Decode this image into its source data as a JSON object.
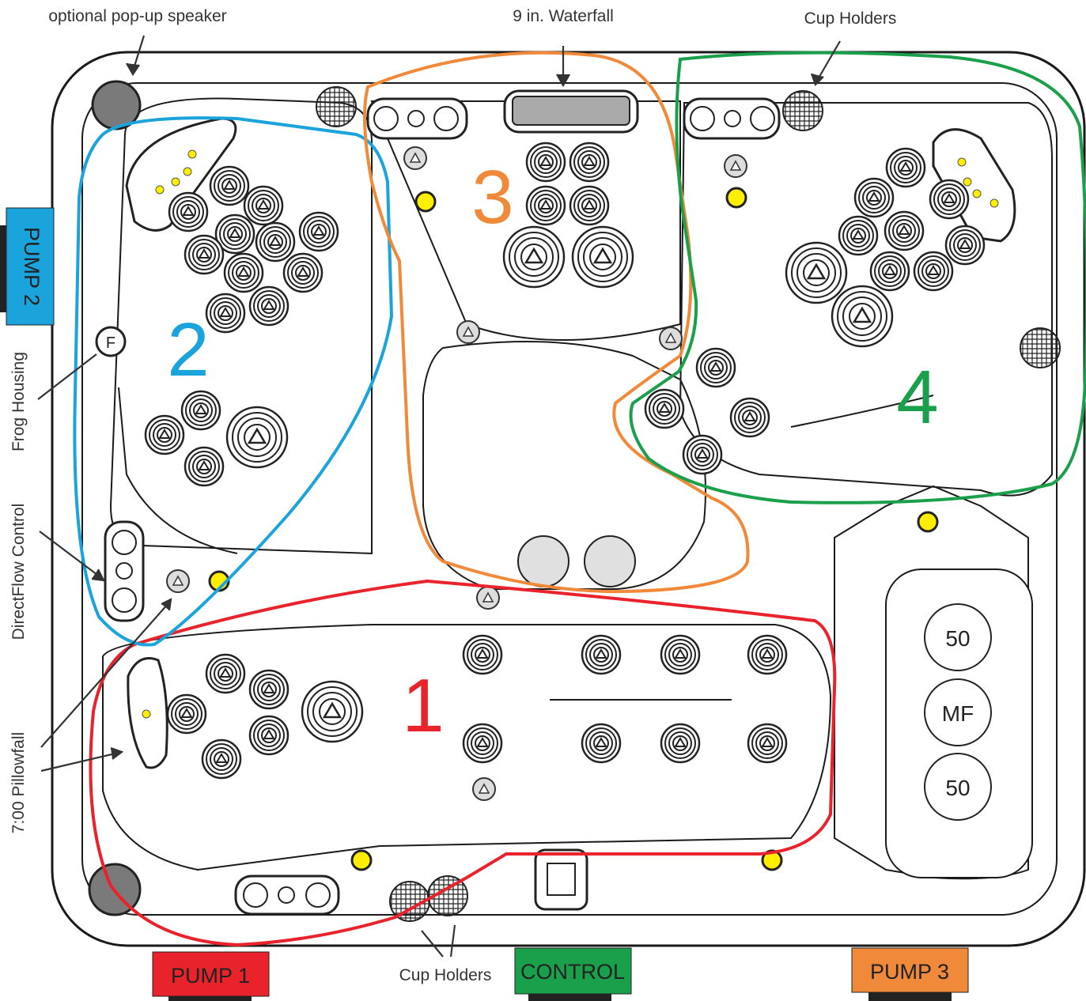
{
  "callouts": {
    "speaker": "optional pop-up speaker",
    "waterfall": "9 in. Waterfall",
    "cup_holders_top": "Cup Holders",
    "cup_holders_bottom": "Cup Holders",
    "frog_housing": "Frog Housing",
    "directflow": "DirectFlow Control",
    "pillowfall": "7:00 Pillowfall"
  },
  "zones": [
    {
      "label": "1",
      "color": "#e8232b"
    },
    {
      "label": "2",
      "color": "#1ba3dc"
    },
    {
      "label": "3",
      "color": "#f08a3a"
    },
    {
      "label": "4",
      "color": "#1aa04a"
    }
  ],
  "pumps": {
    "pump1": {
      "label": "PUMP 1",
      "color": "#e8232b"
    },
    "pump2": {
      "label": "PUMP 2",
      "color": "#1ba3dc"
    },
    "pump3": {
      "label": "PUMP 3",
      "color": "#f08a3a"
    },
    "control": {
      "label": "CONTROL",
      "color": "#1aa04a"
    }
  },
  "buttons": [
    "50",
    "MF",
    "50"
  ],
  "frog_marker": "F",
  "colors": {
    "outline": "#1a1a1a",
    "light": "#ffee00",
    "speaker": "#7a7a7a"
  }
}
